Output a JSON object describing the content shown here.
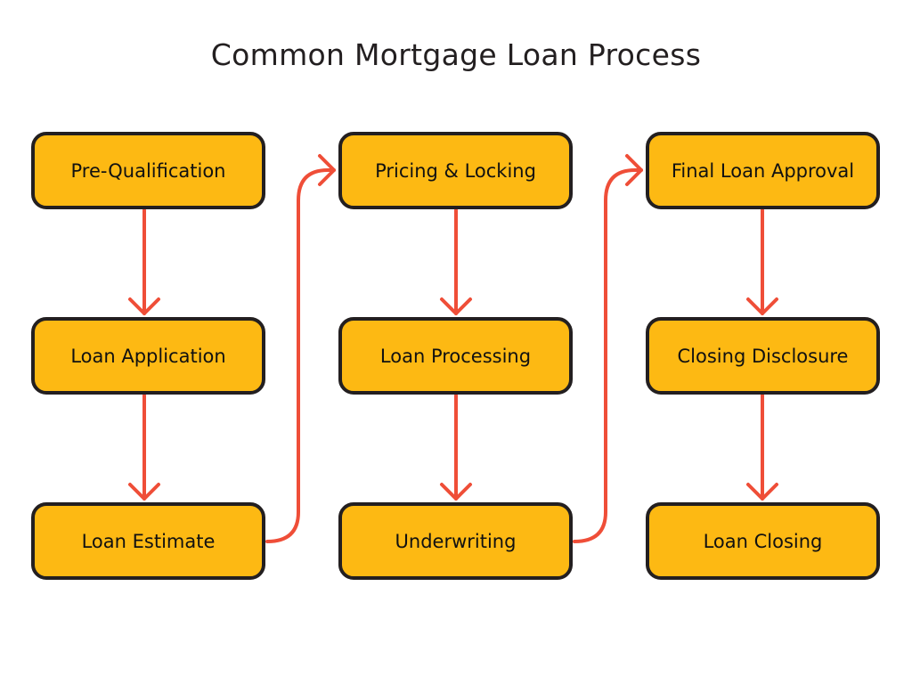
{
  "title": "Common Mortgage Loan Process",
  "colors": {
    "box_fill": "#fdb913",
    "box_border": "#231f20",
    "arrow": "#ef4e38"
  },
  "steps": [
    "Pre-Qualification",
    "Loan Application",
    "Loan Estimate",
    "Pricing & Locking",
    "Loan Processing",
    "Underwriting",
    "Final Loan Approval",
    "Closing Disclosure",
    "Loan Closing"
  ]
}
